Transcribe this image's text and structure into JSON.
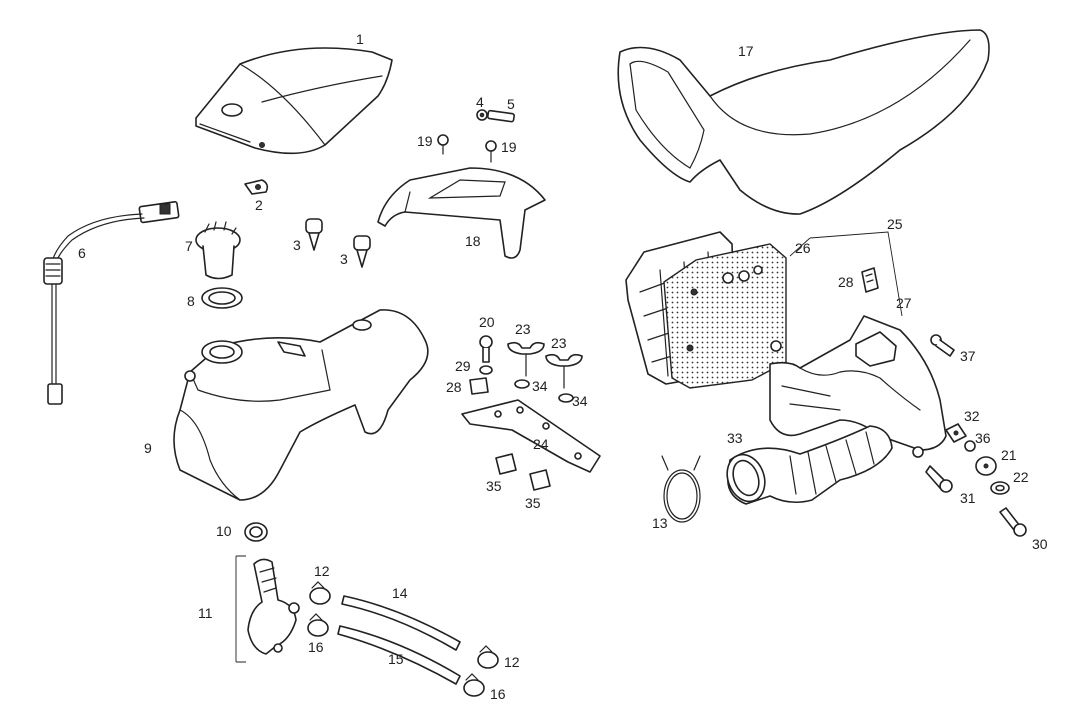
{
  "callouts": [
    {
      "id": "c1",
      "label": "1"
    },
    {
      "id": "c2",
      "label": "2"
    },
    {
      "id": "c3a",
      "label": "3"
    },
    {
      "id": "c3b",
      "label": "3"
    },
    {
      "id": "c4",
      "label": "4"
    },
    {
      "id": "c5",
      "label": "5"
    },
    {
      "id": "c6",
      "label": "6"
    },
    {
      "id": "c7",
      "label": "7"
    },
    {
      "id": "c8",
      "label": "8"
    },
    {
      "id": "c9",
      "label": "9"
    },
    {
      "id": "c10",
      "label": "10"
    },
    {
      "id": "c11",
      "label": "11"
    },
    {
      "id": "c12a",
      "label": "12"
    },
    {
      "id": "c12b",
      "label": "12"
    },
    {
      "id": "c13",
      "label": "13"
    },
    {
      "id": "c14",
      "label": "14"
    },
    {
      "id": "c15",
      "label": "15"
    },
    {
      "id": "c16a",
      "label": "16"
    },
    {
      "id": "c16b",
      "label": "16"
    },
    {
      "id": "c17",
      "label": "17"
    },
    {
      "id": "c18",
      "label": "18"
    },
    {
      "id": "c19a",
      "label": "19"
    },
    {
      "id": "c19b",
      "label": "19"
    },
    {
      "id": "c20",
      "label": "20"
    },
    {
      "id": "c21",
      "label": "21"
    },
    {
      "id": "c22",
      "label": "22"
    },
    {
      "id": "c23a",
      "label": "23"
    },
    {
      "id": "c23b",
      "label": "23"
    },
    {
      "id": "c24",
      "label": "24"
    },
    {
      "id": "c25",
      "label": "25"
    },
    {
      "id": "c26",
      "label": "26"
    },
    {
      "id": "c27",
      "label": "27"
    },
    {
      "id": "c28a",
      "label": "28"
    },
    {
      "id": "c28b",
      "label": "28"
    },
    {
      "id": "c29",
      "label": "29"
    },
    {
      "id": "c30",
      "label": "30"
    },
    {
      "id": "c31",
      "label": "31"
    },
    {
      "id": "c32",
      "label": "32"
    },
    {
      "id": "c33",
      "label": "33"
    },
    {
      "id": "c34a",
      "label": "34"
    },
    {
      "id": "c34b",
      "label": "34"
    },
    {
      "id": "c35a",
      "label": "35"
    },
    {
      "id": "c35b",
      "label": "35"
    },
    {
      "id": "c36",
      "label": "36"
    },
    {
      "id": "c37",
      "label": "37"
    }
  ],
  "colors": {
    "line": "#222222",
    "background": "#ffffff"
  }
}
